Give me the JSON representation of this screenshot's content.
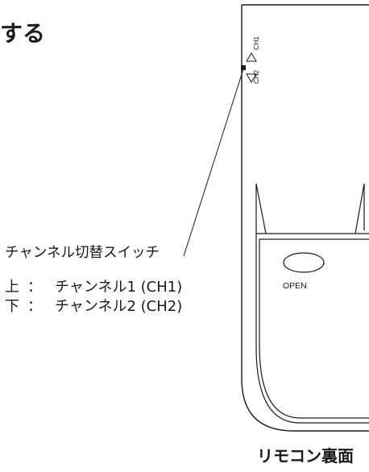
{
  "heading": "する",
  "switch_label": "チャンネル切替スイッチ",
  "legend": [
    {
      "position": "上",
      "separator": "：",
      "text": "チャンネル1 (CH1)"
    },
    {
      "position": "下",
      "separator": "：",
      "text": "チャンネル2 (CH2)"
    }
  ],
  "remote": {
    "ch1_label": "CH1",
    "ch2_label": "CH2",
    "open_label": "OPEN",
    "caption": "リモコン裏面"
  }
}
